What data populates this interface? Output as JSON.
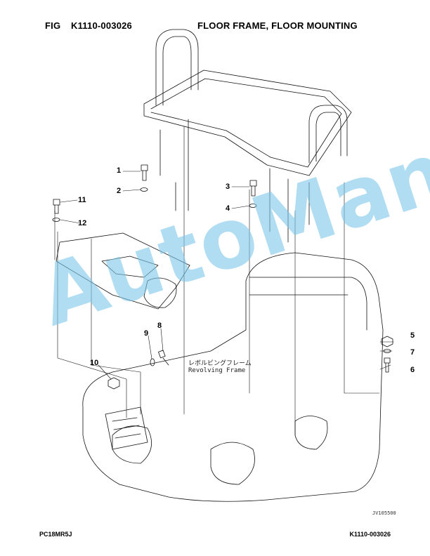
{
  "header": {
    "fig_label": "FIG",
    "fig_code": "K1110-003026",
    "title": "FLOOR FRAME, FLOOR MOUNTING"
  },
  "callouts": [
    {
      "num": "1"
    },
    {
      "num": "2"
    },
    {
      "num": "3"
    },
    {
      "num": "4"
    },
    {
      "num": "5"
    },
    {
      "num": "6"
    },
    {
      "num": "7"
    },
    {
      "num": "8"
    },
    {
      "num": "9"
    },
    {
      "num": "10"
    },
    {
      "num": "11"
    },
    {
      "num": "12"
    }
  ],
  "drawing_labels": {
    "jp_name": "レボルビングフレーム",
    "en_name": "Revolving Frame",
    "ref_code": "JV105500"
  },
  "watermark": "AutoManual",
  "footer": {
    "model": "PC18MR5J",
    "page_code": "K1110-003026"
  }
}
